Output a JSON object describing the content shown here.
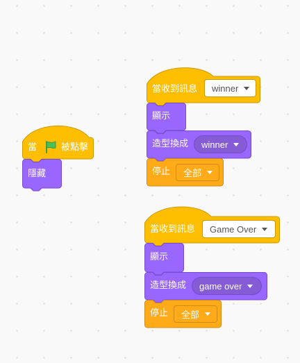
{
  "script1": {
    "hat": {
      "prefix": "當",
      "suffix": "被點擊",
      "flag_icon": "green-flag-icon"
    },
    "hide": {
      "label": "隱藏"
    }
  },
  "script2": {
    "hat": {
      "label": "當收到訊息",
      "message": "winner"
    },
    "show": {
      "label": "顯示"
    },
    "costume": {
      "label": "造型換成",
      "value": "winner"
    },
    "stop": {
      "label": "停止",
      "value": "全部"
    }
  },
  "script3": {
    "hat": {
      "label": "當收到訊息",
      "message": "Game Over"
    },
    "show": {
      "label": "顯示"
    },
    "costume": {
      "label": "造型換成",
      "value": "game over"
    },
    "stop": {
      "label": "停止",
      "value": "全部"
    }
  },
  "colors": {
    "events": "#ffbf00",
    "events_border": "#cc9900",
    "looks": "#9966ff",
    "looks_border": "#774dcb",
    "control": "#ffab19",
    "control_border": "#cf8b17",
    "flag": "#4cbf56"
  }
}
